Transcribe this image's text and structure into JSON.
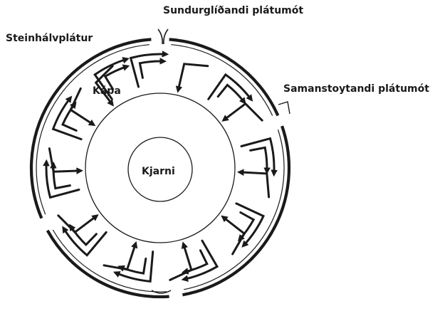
{
  "labels": {
    "divergent_boundary": "Sundurglíðandi plátumót",
    "tectonic_plates": "Steinhálvplátur",
    "convergent_boundary": "Samanstoytandi plátumót",
    "mantle": "Kápa",
    "core": "Kjarni"
  },
  "colors": {
    "ink": "#1a1a1a",
    "background": "#ffffff"
  }
}
